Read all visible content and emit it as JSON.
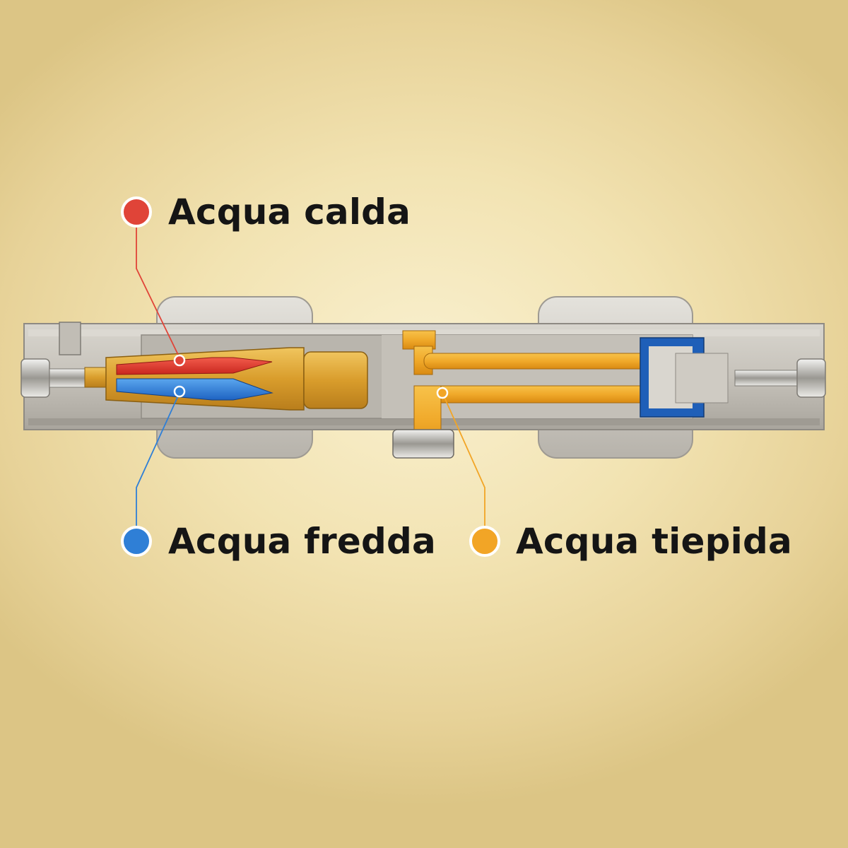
{
  "labels": {
    "hot_water": "Acqua calda",
    "cold_water": "Acqua fredda",
    "warm_water": "Acqua tiepida"
  },
  "colors": {
    "hot": "#e04438",
    "cold": "#2f7fd6",
    "warm": "#f2a526",
    "body": "#c9c6bf",
    "brass": "#d9a640"
  }
}
